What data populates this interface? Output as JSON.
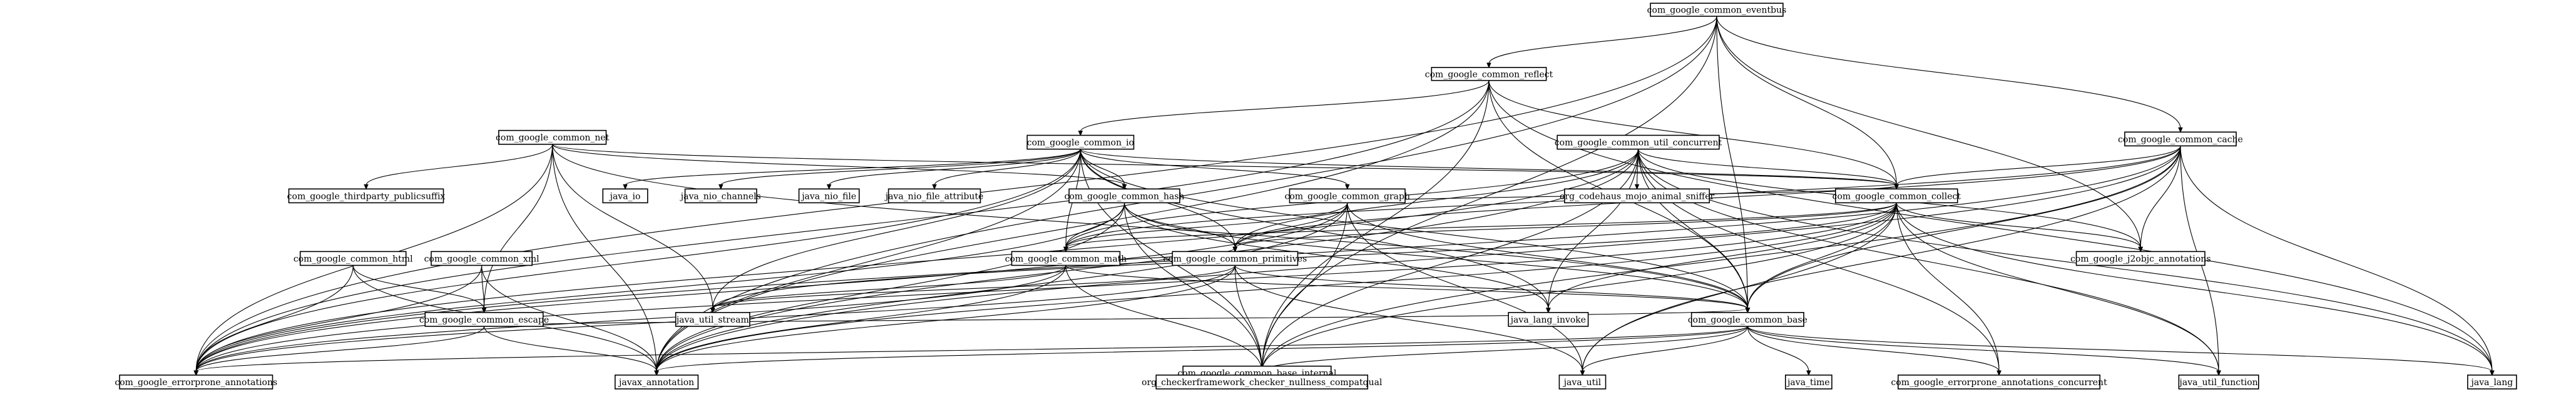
{
  "nodes": [
    {
      "id": "eventbus",
      "label": "com_google_common_eventbus"
    },
    {
      "id": "reflect",
      "label": "com_google_common_reflect"
    },
    {
      "id": "net",
      "label": "com_google_common_net"
    },
    {
      "id": "io",
      "label": "com_google_common_io"
    },
    {
      "id": "util_concurrent",
      "label": "com_google_common_util_concurrent"
    },
    {
      "id": "cache",
      "label": "com_google_common_cache"
    },
    {
      "id": "thirdparty",
      "label": "com_google_thirdparty_publicsuffix"
    },
    {
      "id": "java_io",
      "label": "java_io"
    },
    {
      "id": "java_nio_channels",
      "label": "java_nio_channels"
    },
    {
      "id": "java_nio_file",
      "label": "java_nio_file"
    },
    {
      "id": "java_nio_file_attribute",
      "label": "java_nio_file_attribute"
    },
    {
      "id": "hash",
      "label": "com_google_common_hash"
    },
    {
      "id": "graph",
      "label": "com_google_common_graph"
    },
    {
      "id": "animal_sniffer",
      "label": "org_codehaus_mojo_animal_sniffer"
    },
    {
      "id": "collect",
      "label": "com_google_common_collect"
    },
    {
      "id": "html",
      "label": "com_google_common_html"
    },
    {
      "id": "xml",
      "label": "com_google_common_xml"
    },
    {
      "id": "math",
      "label": "com_google_common_math"
    },
    {
      "id": "primitives",
      "label": "com_google_common_primitives"
    },
    {
      "id": "j2objc",
      "label": "com_google_j2objc_annotations"
    },
    {
      "id": "escape",
      "label": "com_google_common_escape"
    },
    {
      "id": "java_util_stream",
      "label": "java_util_stream"
    },
    {
      "id": "base_internal",
      "label": "com_google_common_base_internal"
    },
    {
      "id": "java_lang_invoke",
      "label": "java_lang_invoke"
    },
    {
      "id": "base",
      "label": "com_google_common_base"
    },
    {
      "id": "errorprone",
      "label": "com_google_errorprone_annotations"
    },
    {
      "id": "javax_annotation",
      "label": "javax_annotation"
    },
    {
      "id": "checker",
      "label": "org_checkerframework_checker_nullness_compatqual"
    },
    {
      "id": "java_util",
      "label": "java_util"
    },
    {
      "id": "java_time",
      "label": "java_time"
    },
    {
      "id": "errorprone_concurrent",
      "label": "com_google_errorprone_annotations_concurrent"
    },
    {
      "id": "java_util_function",
      "label": "java_util_function"
    },
    {
      "id": "java_lang",
      "label": "java_lang"
    }
  ],
  "edges": [
    [
      "eventbus",
      "reflect"
    ],
    [
      "eventbus",
      "collect"
    ],
    [
      "eventbus",
      "cache"
    ],
    [
      "eventbus",
      "base"
    ],
    [
      "eventbus",
      "j2objc"
    ],
    [
      "eventbus",
      "errorprone"
    ],
    [
      "eventbus",
      "javax_annotation"
    ],
    [
      "eventbus",
      "checker"
    ],
    [
      "reflect",
      "io"
    ],
    [
      "reflect",
      "collect"
    ],
    [
      "reflect",
      "base"
    ],
    [
      "reflect",
      "errorprone"
    ],
    [
      "reflect",
      "javax_annotation"
    ],
    [
      "reflect",
      "checker"
    ],
    [
      "reflect",
      "java_lang"
    ],
    [
      "net",
      "thirdparty"
    ],
    [
      "net",
      "hash"
    ],
    [
      "net",
      "escape"
    ],
    [
      "net",
      "collect"
    ],
    [
      "net",
      "base"
    ],
    [
      "net",
      "errorprone"
    ],
    [
      "net",
      "javax_annotation"
    ],
    [
      "net",
      "java_util_stream"
    ],
    [
      "io",
      "java_io"
    ],
    [
      "io",
      "java_nio_channels"
    ],
    [
      "io",
      "java_nio_file"
    ],
    [
      "io",
      "java_nio_file_attribute"
    ],
    [
      "io",
      "hash"
    ],
    [
      "io",
      "graph"
    ],
    [
      "io",
      "collect"
    ],
    [
      "io",
      "math"
    ],
    [
      "io",
      "primitives"
    ],
    [
      "io",
      "base"
    ],
    [
      "io",
      "errorprone"
    ],
    [
      "io",
      "javax_annotation"
    ],
    [
      "io",
      "checker"
    ],
    [
      "io",
      "java_util_stream"
    ],
    [
      "io",
      "java_lang_invoke"
    ],
    [
      "util_concurrent",
      "animal_sniffer"
    ],
    [
      "util_concurrent",
      "collect"
    ],
    [
      "util_concurrent",
      "math"
    ],
    [
      "util_concurrent",
      "primitives"
    ],
    [
      "util_concurrent",
      "base"
    ],
    [
      "util_concurrent",
      "j2objc"
    ],
    [
      "util_concurrent",
      "errorprone"
    ],
    [
      "util_concurrent",
      "errorprone_concurrent"
    ],
    [
      "util_concurrent",
      "javax_annotation"
    ],
    [
      "util_concurrent",
      "checker"
    ],
    [
      "util_concurrent",
      "java_util_function"
    ],
    [
      "util_concurrent",
      "java_lang"
    ],
    [
      "util_concurrent",
      "java_lang_invoke"
    ],
    [
      "cache",
      "collect"
    ],
    [
      "cache",
      "math"
    ],
    [
      "cache",
      "primitives"
    ],
    [
      "cache",
      "base"
    ],
    [
      "cache",
      "j2objc"
    ],
    [
      "cache",
      "errorprone"
    ],
    [
      "cache",
      "javax_annotation"
    ],
    [
      "cache",
      "checker"
    ],
    [
      "cache",
      "java_util_function"
    ],
    [
      "cache",
      "java_lang"
    ],
    [
      "cache",
      "java_util"
    ],
    [
      "hash",
      "math"
    ],
    [
      "hash",
      "primitives"
    ],
    [
      "hash",
      "base"
    ],
    [
      "hash",
      "errorprone"
    ],
    [
      "hash",
      "javax_annotation"
    ],
    [
      "hash",
      "checker"
    ],
    [
      "hash",
      "java_lang_invoke"
    ],
    [
      "graph",
      "collect"
    ],
    [
      "graph",
      "math"
    ],
    [
      "graph",
      "primitives"
    ],
    [
      "graph",
      "base"
    ],
    [
      "graph",
      "errorprone"
    ],
    [
      "graph",
      "javax_annotation"
    ],
    [
      "graph",
      "checker"
    ],
    [
      "graph",
      "java_util"
    ],
    [
      "collect",
      "math"
    ],
    [
      "collect",
      "primitives"
    ],
    [
      "collect",
      "base"
    ],
    [
      "collect",
      "j2objc"
    ],
    [
      "collect",
      "errorprone"
    ],
    [
      "collect",
      "javax_annotation"
    ],
    [
      "collect",
      "checker"
    ],
    [
      "collect",
      "java_util_stream"
    ],
    [
      "collect",
      "java_util"
    ],
    [
      "collect",
      "java_util_function"
    ],
    [
      "collect",
      "java_lang"
    ],
    [
      "collect",
      "java_lang_invoke"
    ],
    [
      "collect",
      "errorprone_concurrent"
    ],
    [
      "html",
      "escape"
    ],
    [
      "html",
      "errorprone"
    ],
    [
      "html",
      "javax_annotation"
    ],
    [
      "xml",
      "escape"
    ],
    [
      "xml",
      "errorprone"
    ],
    [
      "xml",
      "javax_annotation"
    ],
    [
      "math",
      "primitives"
    ],
    [
      "math",
      "base"
    ],
    [
      "math",
      "errorprone"
    ],
    [
      "math",
      "javax_annotation"
    ],
    [
      "math",
      "checker"
    ],
    [
      "math",
      "java_util_stream"
    ],
    [
      "primitives",
      "base"
    ],
    [
      "primitives",
      "errorprone"
    ],
    [
      "primitives",
      "javax_annotation"
    ],
    [
      "primitives",
      "checker"
    ],
    [
      "primitives",
      "java_util"
    ],
    [
      "primitives",
      "java_util_stream"
    ],
    [
      "escape",
      "base"
    ],
    [
      "escape",
      "errorprone"
    ],
    [
      "escape",
      "javax_annotation"
    ],
    [
      "base_internal",
      "checker"
    ],
    [
      "base",
      "errorprone"
    ],
    [
      "base",
      "javax_annotation"
    ],
    [
      "base",
      "checker"
    ],
    [
      "base",
      "java_util"
    ],
    [
      "base",
      "java_time"
    ],
    [
      "base",
      "java_util_function"
    ],
    [
      "base",
      "java_lang"
    ],
    [
      "base",
      "errorprone_concurrent"
    ]
  ]
}
